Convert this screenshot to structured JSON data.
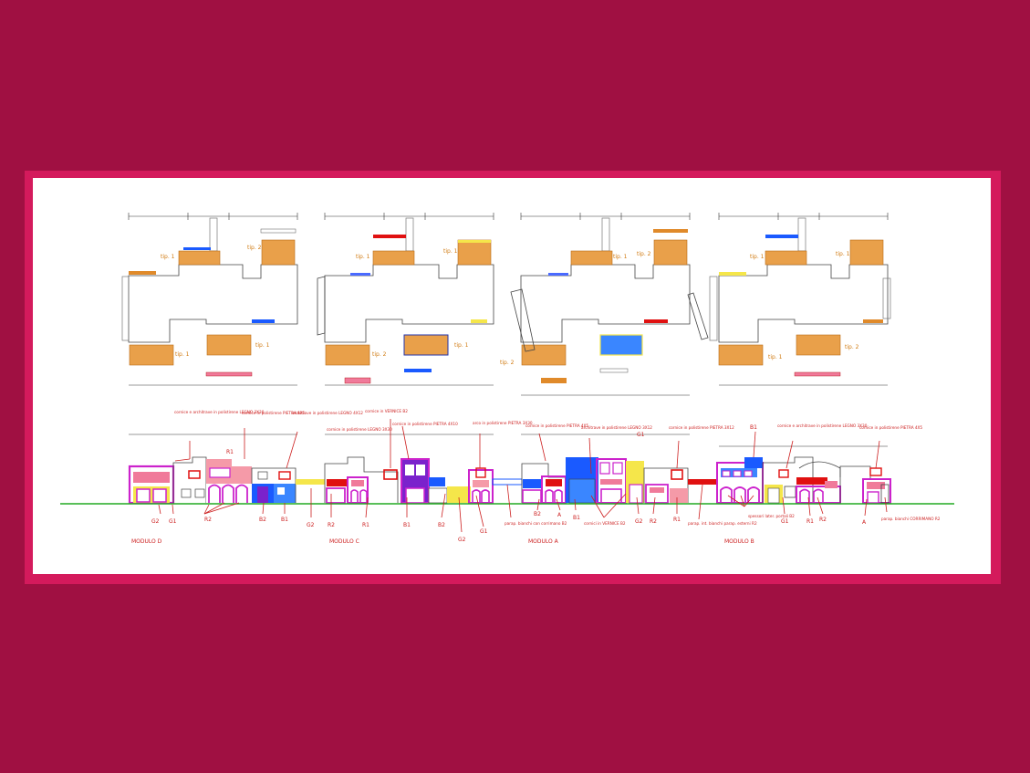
{
  "colors": {
    "background": "#a01042",
    "frame": "#d41a5c",
    "sheet": "#ffffff",
    "terrace": "#e08a2a",
    "label_red": "#cc1e1e",
    "ground_line": "#22aa22",
    "magenta": "#cc22cc",
    "pink": "#f07a9a",
    "yellow": "#f5e64a",
    "blue": "#1a5aff",
    "red": "#e01010",
    "purple": "#7a22cc"
  },
  "plans": [
    {
      "tip_labels": [
        "tip. 1",
        "tip. 2",
        "tip. 1",
        "tip. 1"
      ]
    },
    {
      "tip_labels": [
        "tip. 1",
        "tip. 1",
        "tip. 2",
        "tip. 1"
      ]
    },
    {
      "tip_labels": [
        "tip. 1",
        "tip. 2",
        "tip. 2"
      ]
    },
    {
      "tip_labels": [
        "tip. 1",
        "tip. 1",
        "tip. 1",
        "tip. 2"
      ]
    }
  ],
  "elevation": {
    "modules": [
      "MODULO D",
      "MODULO C",
      "MODULO A",
      "MODULO B"
    ],
    "notes": [
      "cornice e architrave in polistirene LEGNO 3X30",
      "cornice in polistirene PIETRA 4X5",
      "architrave in polistirene LEGNO 4X12",
      "cornice in VERNICE B2",
      "cornice in polistirene LEGNO 3X30",
      "cornice in polistirene PIETRA 4X10",
      "arco in polistirene PIETRA 3X30",
      "cornice in polistirene PIETRA 4X5",
      "architrave in polistirene LEGNO 3X12",
      "cornice in polistirene PIETRA 3X12",
      "cornice e architrave in polistirene LEGNO 3X30",
      "cornice in polistirene PIETRA 4X5"
    ],
    "bottom_notes": [
      "parap. bianchi con corrimano B2",
      "cornici in VERNICE B2",
      "parap. int. bianchi parap. esterni R2",
      "spessori later. portali B2",
      "parap. bianchi CORRIMANO R2"
    ],
    "codes": [
      "R1",
      "G1",
      "G2",
      "R2",
      "B1",
      "B2",
      "A"
    ]
  }
}
